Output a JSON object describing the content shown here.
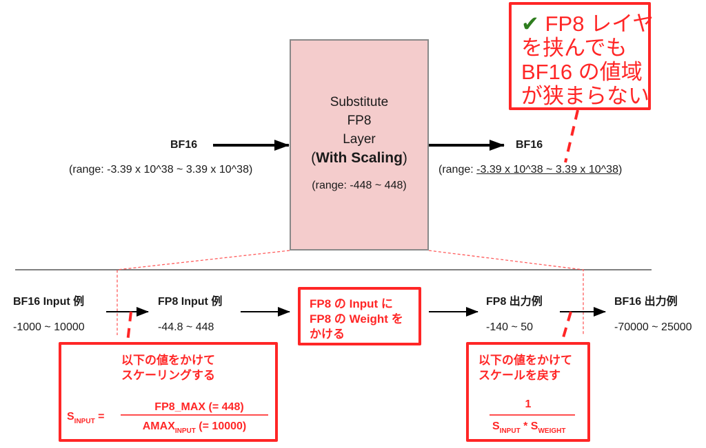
{
  "top": {
    "input_label": "BF16",
    "input_range": "(range: -3.39 x 10^38 ~ 3.39 x 10^38)",
    "layer": {
      "line1": "Substitute",
      "line2": "FP8",
      "line3": "Layer",
      "line4_open": "(",
      "line4_bold": "With Scaling",
      "line4_close": ")",
      "range": "(range: -448 ~ 448)"
    },
    "output_label": "BF16",
    "output_range_prefix": "(range: ",
    "output_range_value": "-3.39 x 10^38 ~ 3.39 x 10^38",
    "output_range_suffix": ")"
  },
  "note": {
    "check_icon": "✔",
    "lines": [
      "FP8 レイヤ",
      "を挟んでも",
      "BF16 の値域",
      "が狭まらない"
    ]
  },
  "bottom": {
    "steps": [
      {
        "title": "BF16 Input 例",
        "range": "-1000 ~ 10000"
      },
      {
        "title": "FP8 Input 例",
        "range": "-44.8 ~ 448"
      },
      {
        "title": "FP8 出力例",
        "range": "-140 ~ 50"
      },
      {
        "title": "BF16 出力例",
        "range": "-70000 ~ 25000"
      }
    ],
    "middle_box": [
      "FP8 の Input に",
      "FP8 の Weight を",
      "かける"
    ],
    "scale_box": {
      "caption": [
        "以下の値をかけて",
        "スケーリングする"
      ],
      "lhs_main": "S",
      "lhs_sub": "INPUT",
      "lhs_eq": " =",
      "numerator": "FP8_MAX (= 448)",
      "den_main": "AMAX",
      "den_sub": "INPUT",
      "den_rest": " (= 10000)"
    },
    "unscale_box": {
      "caption": [
        "以下の値をかけて",
        "スケールを戻す"
      ],
      "numerator": "1",
      "den_s1": "S",
      "den_s1_sub": "INPUT",
      "den_op": " * ",
      "den_s2": "S",
      "den_s2_sub": "WEIGHT"
    }
  },
  "colors": {
    "accent_red": "#ff2626",
    "layer_fill": "#f4cccc",
    "check_green": "#2e7d1e"
  }
}
